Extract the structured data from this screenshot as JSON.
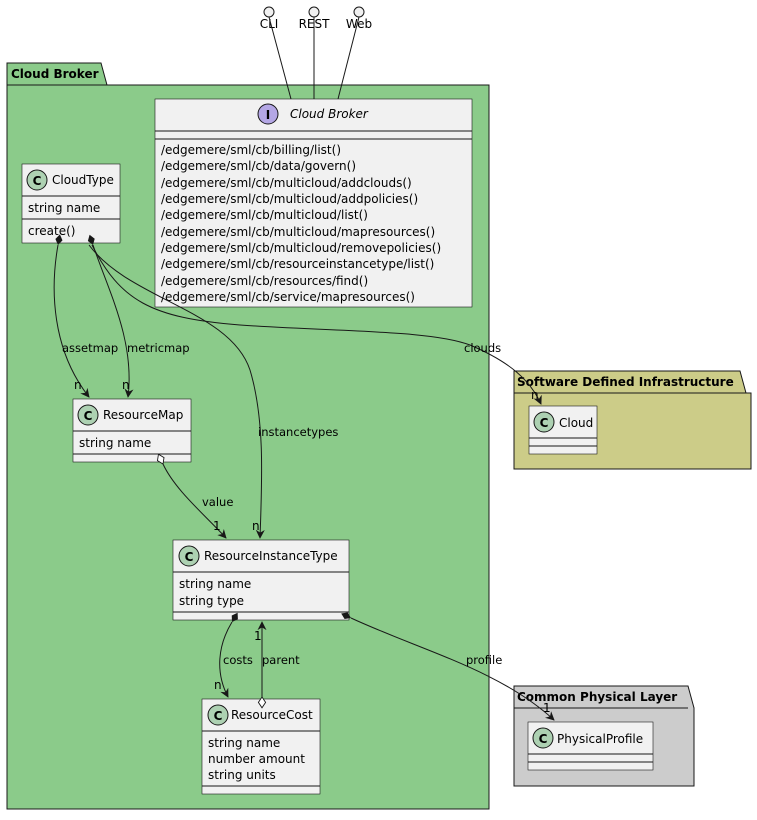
{
  "ports": [
    "CLI",
    "REST",
    "Web"
  ],
  "packages": {
    "cloud_broker": "Cloud Broker",
    "sdi": "Software Defined Infrastructure",
    "cpl": "Common Physical Layer"
  },
  "interface": {
    "stereo": "I",
    "name": "Cloud Broker",
    "methods": [
      "/edgemere/sml/cb/billing/list()",
      "/edgemere/sml/cb/data/govern()",
      "/edgemere/sml/cb/multicloud/addclouds()",
      "/edgemere/sml/cb/multicloud/addpolicies()",
      "/edgemere/sml/cb/multicloud/list()",
      "/edgemere/sml/cb/multicloud/mapresources()",
      "/edgemere/sml/cb/multicloud/removepolicies()",
      "/edgemere/sml/cb/resourceinstancetype/list()",
      "/edgemere/sml/cb/resources/find()",
      "/edgemere/sml/cb/service/mapresources()"
    ]
  },
  "classes": {
    "cloudtype": {
      "stereo": "C",
      "name": "CloudType",
      "attrs": [
        "string name"
      ],
      "methods": [
        "create()"
      ]
    },
    "resourcemap": {
      "stereo": "C",
      "name": "ResourceMap",
      "attrs": [
        "string name"
      ]
    },
    "rit": {
      "stereo": "C",
      "name": "ResourceInstanceType",
      "attrs": [
        "string name",
        "string type"
      ]
    },
    "resourcecost": {
      "stereo": "C",
      "name": "ResourceCost",
      "attrs": [
        "string name",
        "number amount",
        "string units"
      ]
    },
    "cloud": {
      "stereo": "C",
      "name": "Cloud"
    },
    "physicalprofile": {
      "stereo": "C",
      "name": "PhysicalProfile"
    }
  },
  "edges": {
    "assetmap": "assetmap",
    "metricmap": "metricmap",
    "instancetypes": "instancetypes",
    "clouds": "clouds",
    "value": "value",
    "costs": "costs",
    "parent": "parent",
    "profile": "profile"
  },
  "multiplicity": {
    "n": "n",
    "one": "1"
  },
  "colors": {
    "cloud_broker_pkg": "#8bcb8a",
    "sdi_pkg": "#cccc88",
    "cpl_pkg": "#cccccc",
    "class_circle": "#add1b2",
    "interface_circle": "#b4a7e5",
    "box": "#f1f1f1"
  }
}
